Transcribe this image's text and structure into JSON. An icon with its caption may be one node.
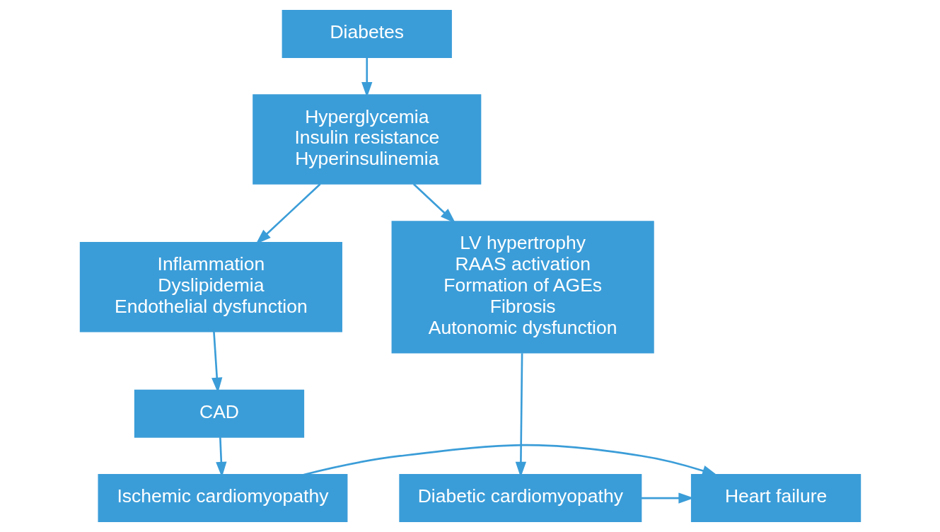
{
  "diagram": {
    "nodes": [
      {
        "text": [
          "Diabetes"
        ]
      },
      {
        "text": [
          "Hyperglycemia",
          "Insulin resistance",
          "Hyperinsulinemia"
        ]
      },
      {
        "text": [
          "Inflammation",
          "Dyslipidemia",
          "Endothelial dysfunction"
        ]
      },
      {
        "text": [
          "LV hypertrophy",
          "RAAS activation",
          "Formation of AGEs",
          "Fibrosis",
          "Autonomic dysfunction"
        ]
      },
      {
        "text": [
          "CAD"
        ]
      },
      {
        "text": [
          "Ischemic cardiomyopathy"
        ]
      },
      {
        "text": [
          "Heart failure"
        ]
      },
      {
        "text": [
          "Diabetic cardiomyopathy"
        ]
      }
    ],
    "edges": [
      {
        "from": 0,
        "to": 1,
        "arrow": "to"
      },
      {
        "from": 1,
        "to": 2,
        "arrow": "to"
      },
      {
        "from": 1,
        "to": 3,
        "arrow": "to"
      },
      {
        "from": 2,
        "to": 4,
        "arrow": "to"
      },
      {
        "from": 4,
        "to": 5,
        "arrow": "to"
      },
      {
        "from": 3,
        "to": 7,
        "arrow": "to"
      },
      {
        "from": 5,
        "to": 6,
        "arrow": "to"
      },
      {
        "from": 7,
        "to": 6,
        "arrow": "to"
      }
    ]
  }
}
